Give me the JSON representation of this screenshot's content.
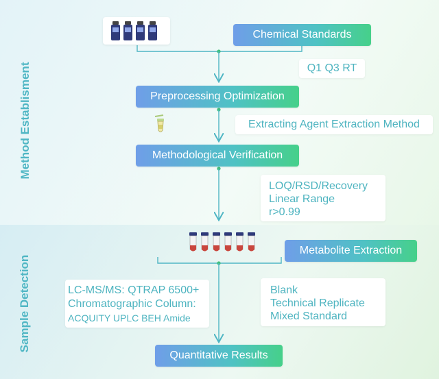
{
  "sections": {
    "method": "Method Establisment",
    "sample": "Sample Detection"
  },
  "boxes": {
    "chemical_standards": "Chemical Standards",
    "preprocessing": "Preprocessing Optimization",
    "verification": "Methodological Verification",
    "metabolite_extraction": "Metabolite Extraction",
    "quantitative_results": "Quantitative Results"
  },
  "notes": {
    "q1q3rt": "Q1 Q3 RT",
    "extracting_agent": "Extracting Agent Extraction Method",
    "validation": [
      "LOQ/RSD/Recovery",
      "Linear Range",
      "r>0.99"
    ],
    "instrument": [
      "LC-MS/MS: QTRAP 6500+",
      "Chromatographic Column:",
      "ACQUITY UPLC BEH Amide"
    ],
    "samples": [
      "Blank",
      "Technical Replicate",
      "Mixed Standard"
    ]
  },
  "colors": {
    "label_teal": "#4fb6c4",
    "arrow": "#4fb6c4",
    "node_dot": "#3fc07a",
    "pill_start": "#6f9ee8",
    "pill_end": "#46d08a"
  },
  "icons": {
    "standards": "bottles-icon",
    "extraction_tube": "tube-icon",
    "samples": "sample-tubes-icon"
  }
}
